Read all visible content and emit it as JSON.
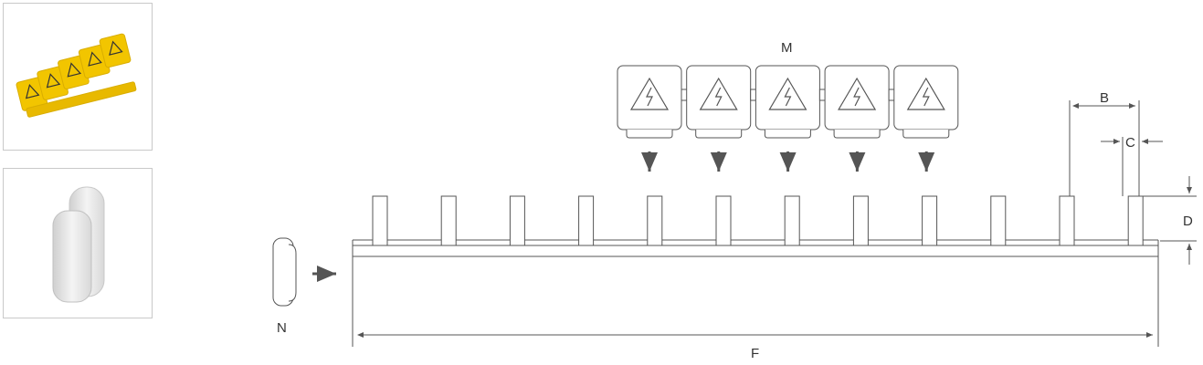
{
  "labels": {
    "m": "M",
    "n": "N",
    "f": "F",
    "b": "B",
    "c": "C",
    "d": "D"
  },
  "thumbnails": [
    {
      "name": "yellow-shroud-strip-photo",
      "icon": "yellow-warning-cover-image"
    },
    {
      "name": "end-cap-photo",
      "icon": "white-end-cap-image"
    }
  ],
  "colors": {
    "line": "#555555",
    "arrow": "#555555",
    "yellow": "#f2c500",
    "thumb_border": "#c9c9c9"
  },
  "counts": {
    "pins": 12,
    "shrouds": 5,
    "shroud_arrows": 5
  }
}
